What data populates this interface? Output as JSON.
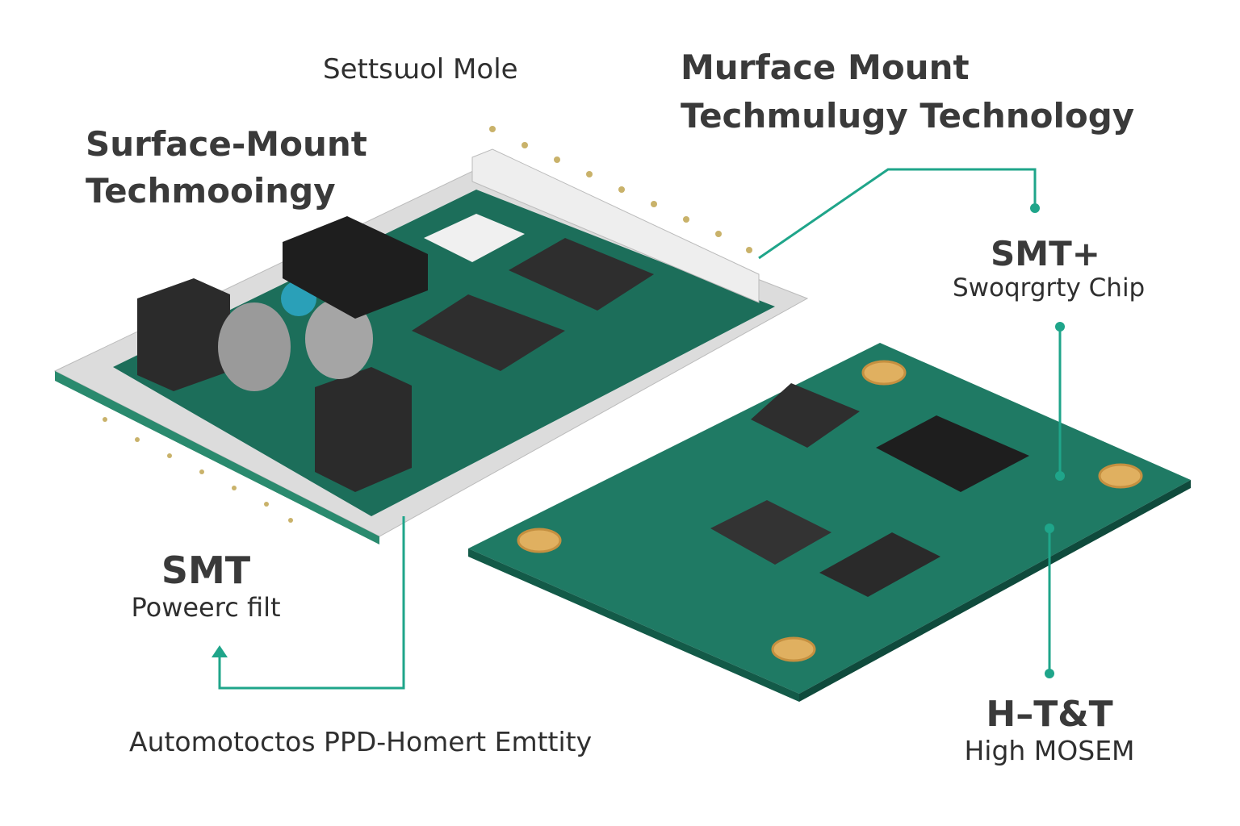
{
  "labels": {
    "top_center": "Settsɯol Mole",
    "top_left": {
      "line1": "Surface-Mount",
      "line2": "Techmooingy"
    },
    "top_right": {
      "line1": "Murface Mount",
      "line2": "Techmulugy Technology"
    },
    "smt_plus": {
      "title": "SMT+",
      "subtitle": "Swoqrgrty Chip"
    },
    "smt": {
      "title": "SMT",
      "subtitle": "Poweerc filt"
    },
    "htt": {
      "title": "H–T&T",
      "subtitle": "High MOSEM"
    },
    "bottom": "Automotoctos PPD-Homert Emttity"
  },
  "colors": {
    "accent": "#1fa58a",
    "pcb": "#1c6e5a",
    "pcb_light": "#2a8a6e",
    "frame": "#d8d8d8",
    "chip": "#2a2a2a",
    "pad": "#e0b060"
  }
}
